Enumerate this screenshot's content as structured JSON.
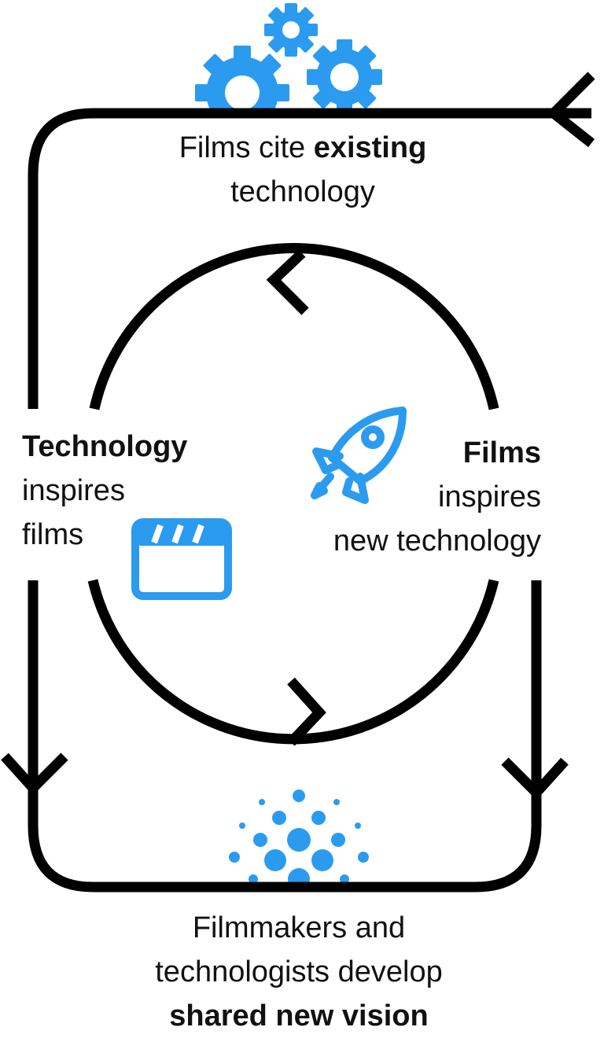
{
  "top_label": {
    "line1_prefix": "Films cite ",
    "line1_bold": "existing",
    "line2": "technology"
  },
  "left_label": {
    "bold": "Technology",
    "line2": "inspires",
    "line3": "films"
  },
  "right_label": {
    "bold": "Films",
    "line2": "inspires",
    "line3": "new technology"
  },
  "bottom_label": {
    "line1": "Filmmakers and",
    "line2": "technologists develop",
    "line3_bold": "shared new vision"
  },
  "icons": {
    "gears": "gears-icon",
    "rocket": "rocket-icon",
    "clapperboard": "clapperboard-icon",
    "dots": "dot-cluster-icon"
  },
  "colors": {
    "accent": "#2b9bf0",
    "line": "#000000"
  }
}
